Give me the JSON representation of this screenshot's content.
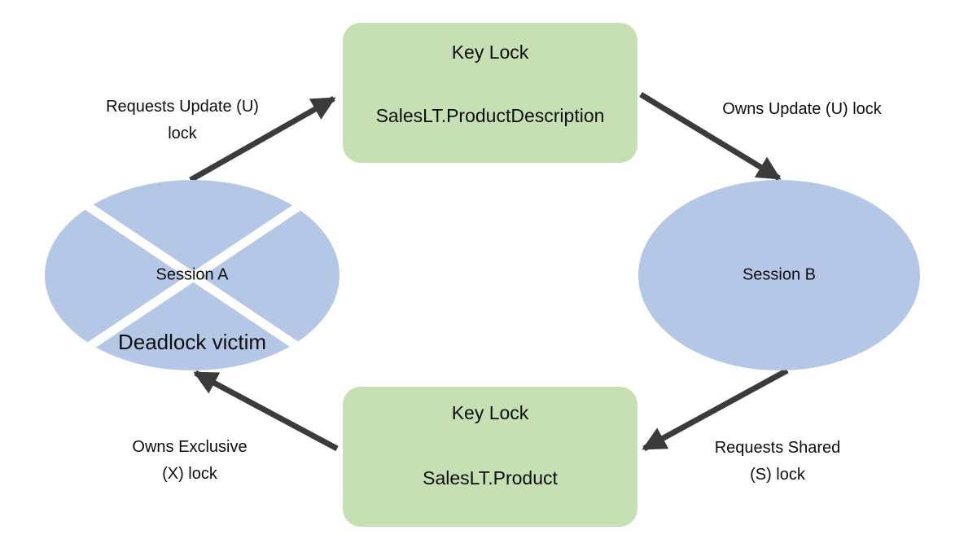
{
  "diagram": {
    "type": "deadlock-cycle-diagram",
    "background_color": "#ffffff",
    "palette": {
      "resource_fill": "#c6e0b4",
      "session_fill": "#b4c7e7",
      "connector_color": "#3b3b3b",
      "text_color": "#0d0d0d",
      "victim_slash_color": "#ffffff"
    },
    "nodes": {
      "session_a": {
        "shape": "ellipse",
        "label": "Session A",
        "victim_label": "Deadlock victim",
        "is_deadlock_victim": true
      },
      "session_b": {
        "shape": "ellipse",
        "label": "Session B",
        "is_deadlock_victim": false
      },
      "resource_top": {
        "shape": "rounded-rectangle",
        "title": "Key Lock",
        "subtitle": "SalesLT.ProductDescription"
      },
      "resource_bottom": {
        "shape": "rounded-rectangle",
        "title": "Key Lock",
        "subtitle": "SalesLT.Product"
      }
    },
    "edges": {
      "a_requests_top": {
        "from": "session_a",
        "to": "resource_top",
        "label_line1": "Requests Update (U)",
        "label_line2": "lock",
        "arrow": "to-resource"
      },
      "top_owned_by_b": {
        "from": "resource_top",
        "to": "session_b",
        "label_line1": "Owns Update (U) lock",
        "label_line2": "",
        "arrow": "to-session"
      },
      "b_requests_bottom": {
        "from": "session_b",
        "to": "resource_bottom",
        "label_line1": "Requests Shared",
        "label_line2": "(S) lock",
        "arrow": "to-resource"
      },
      "bottom_owned_by_a": {
        "from": "resource_bottom",
        "to": "session_a",
        "label_line1": "Owns Exclusive",
        "label_line2": "(X) lock",
        "arrow": "to-session"
      }
    }
  }
}
